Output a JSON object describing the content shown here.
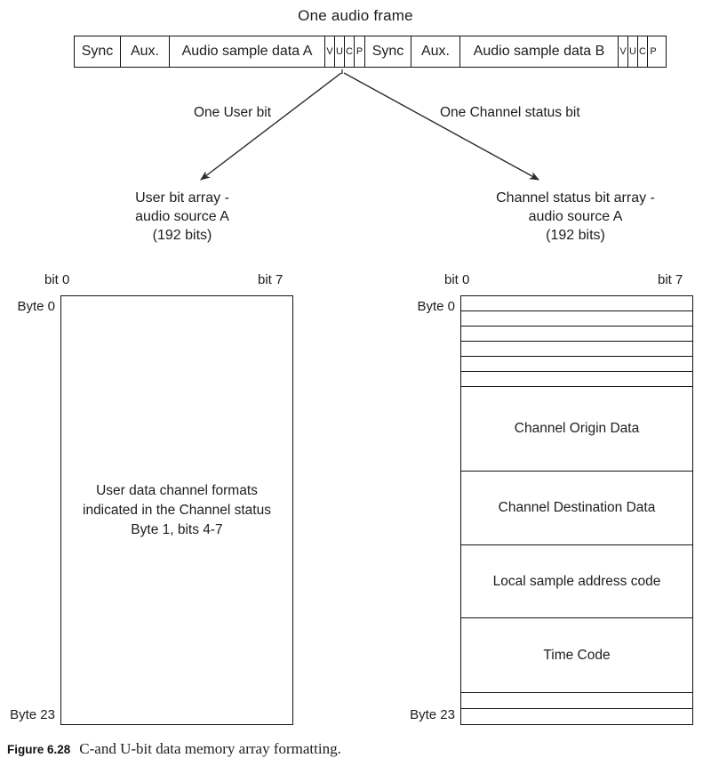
{
  "figure": {
    "number": "Figure 6.28",
    "caption": "C-and U-bit data memory array formatting."
  },
  "frame": {
    "title": "One audio frame",
    "cells": [
      {
        "label": "Sync",
        "width": 52,
        "narrow": false
      },
      {
        "label": "Aux.",
        "width": 55,
        "narrow": false
      },
      {
        "label": "Audio sample data A",
        "width": 175,
        "narrow": false
      },
      {
        "label": "V",
        "width": 11,
        "narrow": true
      },
      {
        "label": "U",
        "width": 11,
        "narrow": true
      },
      {
        "label": "C",
        "width": 11,
        "narrow": true
      },
      {
        "label": "P",
        "width": 12,
        "narrow": true
      },
      {
        "label": "Sync",
        "width": 52,
        "narrow": false
      },
      {
        "label": "Aux.",
        "width": 55,
        "narrow": false
      },
      {
        "label": "Audio sample data B",
        "width": 178,
        "narrow": false
      },
      {
        "label": "V",
        "width": 11,
        "narrow": true
      },
      {
        "label": "U",
        "width": 11,
        "narrow": true
      },
      {
        "label": "C",
        "width": 11,
        "narrow": true
      },
      {
        "label": "P",
        "width": 12,
        "narrow": true
      }
    ]
  },
  "arrows": {
    "user_bit_label": "One User bit",
    "channel_bit_label": "One Channel status bit"
  },
  "user_array": {
    "caption": "User bit  array -\naudio source A\n(192 bits)",
    "bit_first": "bit 0",
    "bit_last": "bit 7",
    "byte_first": "Byte 0",
    "byte_last": "Byte 23",
    "body_text": "User data channel formats\nindicated in the Channel status\nByte 1, bits 4-7"
  },
  "channel_array": {
    "caption": "Channel status bit  array -\naudio source A\n(192 bits)",
    "bit_first": "bit 0",
    "bit_last": "bit 7",
    "byte_first": "Byte 0",
    "byte_last": "Byte 23",
    "rows": [
      {
        "label": "",
        "height": 17
      },
      {
        "label": "",
        "height": 17
      },
      {
        "label": "",
        "height": 17
      },
      {
        "label": "",
        "height": 17
      },
      {
        "label": "",
        "height": 17
      },
      {
        "label": "",
        "height": 17
      },
      {
        "label": "Channel Origin Data",
        "height": 95
      },
      {
        "label": "Channel Destination Data",
        "height": 83
      },
      {
        "label": "Local sample address code",
        "height": 82
      },
      {
        "label": "Time Code",
        "height": 84
      },
      {
        "label": "",
        "height": 18
      },
      {
        "label": "",
        "height": 18
      }
    ]
  },
  "colors": {
    "ink": "#1d1d1d",
    "line": "#111111",
    "background": "#ffffff"
  }
}
